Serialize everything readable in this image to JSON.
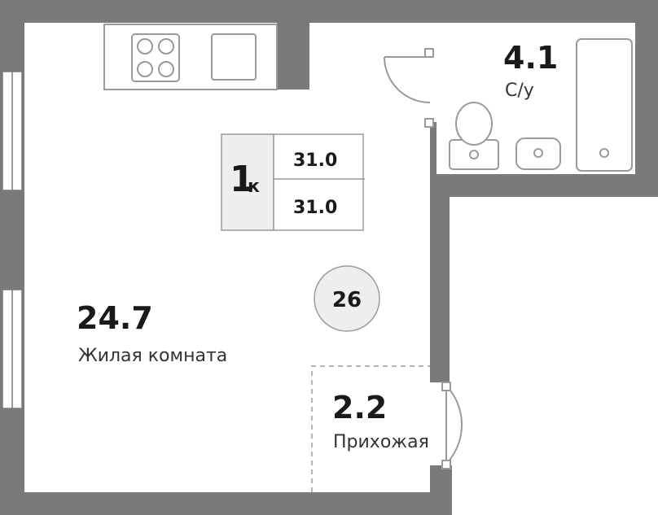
{
  "colors": {
    "wall": "#7a7a7a",
    "fixture_stroke": "#9a9a9a",
    "badge_fill": "#eeeeee",
    "badge_stroke": "#9a9a9a",
    "text": "#1a1a1a"
  },
  "rooms": {
    "living": {
      "area": "24.7",
      "name": "Жилая комната"
    },
    "bathroom": {
      "area": "4.1",
      "name": "С/у"
    },
    "hallway": {
      "area": "2.2",
      "name": "Прихожая"
    }
  },
  "badge": {
    "rooms_count": "1",
    "rooms_suffix": "к",
    "total_area": "31.0",
    "living_total": "31.0"
  },
  "apartment_number": "26",
  "icons": {
    "stove": "stove-icon",
    "sink": "kitchen-sink-icon",
    "toilet": "toilet-icon",
    "washbasin": "washbasin-icon",
    "bathtub": "bathtub-icon"
  }
}
